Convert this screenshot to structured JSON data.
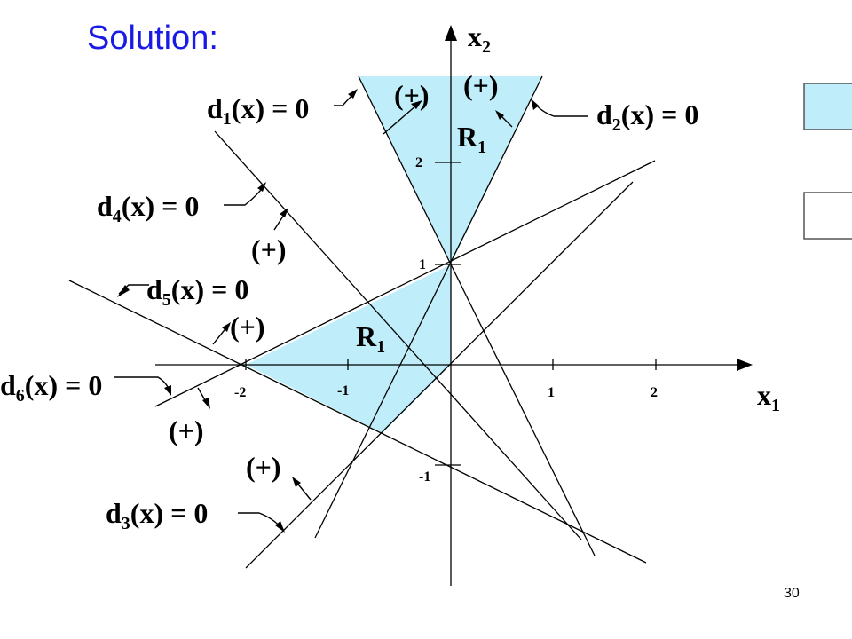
{
  "slide": {
    "title": "Solution:",
    "page_number": "30",
    "region_color": "#bfeefa"
  },
  "axes": {
    "x_label_main": "x",
    "x_label_sub": "1",
    "y_label_main": "x",
    "y_label_sub": "2",
    "x_ticks": [
      "-2",
      "-1",
      "1",
      "2"
    ],
    "y_ticks": [
      "2",
      "1",
      "-1"
    ]
  },
  "equations": {
    "d1": {
      "main": "d",
      "sub": "1",
      "rest": "(x) = 0"
    },
    "d2": {
      "main": "d",
      "sub": "2",
      "rest": "(x) = 0"
    },
    "d3": {
      "main": "d",
      "sub": "3",
      "rest": "(x) = 0"
    },
    "d4": {
      "main": "d",
      "sub": "4",
      "rest": "(x) = 0"
    },
    "d5": {
      "main": "d",
      "sub": "5",
      "rest": "(x) = 0"
    },
    "d6": {
      "main": "d",
      "sub": "6",
      "rest": "(x) = 0"
    }
  },
  "regions": {
    "top": {
      "main": "R",
      "sub": "1"
    },
    "bottom": {
      "main": "R",
      "sub": "1"
    }
  },
  "plus_marker": "(+)",
  "legend": {
    "filled_color": "#bfeefa",
    "empty_color": "#ffffff"
  }
}
